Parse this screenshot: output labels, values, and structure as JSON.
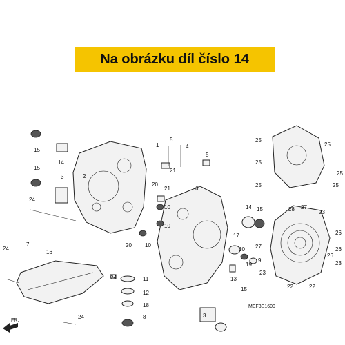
{
  "banner": {
    "text": "Na obrázku díl číslo 14",
    "color": "#f5c400"
  },
  "diagram": {
    "code": "MEF3E1600",
    "direction_label": "FR.",
    "callouts": [
      "1",
      "2",
      "3",
      "4",
      "5",
      "6",
      "7",
      "8",
      "9",
      "10",
      "11",
      "12",
      "13",
      "14",
      "15",
      "16",
      "17",
      "18",
      "19",
      "20",
      "21",
      "22",
      "23",
      "24",
      "25",
      "26",
      "27",
      "28"
    ]
  }
}
